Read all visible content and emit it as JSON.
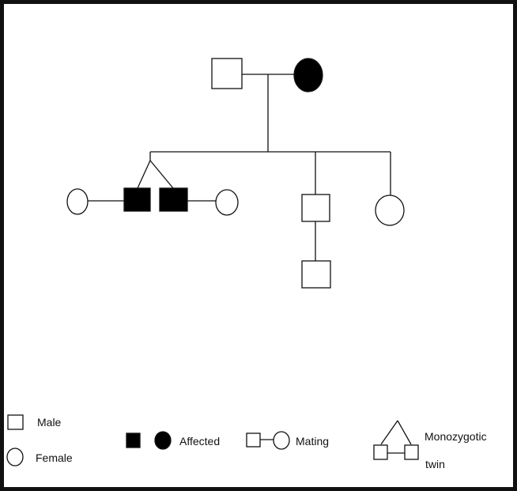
{
  "legend": {
    "male": "Male",
    "female": "Female",
    "affected": "Affected",
    "mating": "Mating",
    "twin_line1": "Monozygotic",
    "twin_line2": "twin"
  },
  "colors": {
    "line": "#111111",
    "affected_fill": "#000000",
    "unaffected_fill": "#ffffff"
  }
}
